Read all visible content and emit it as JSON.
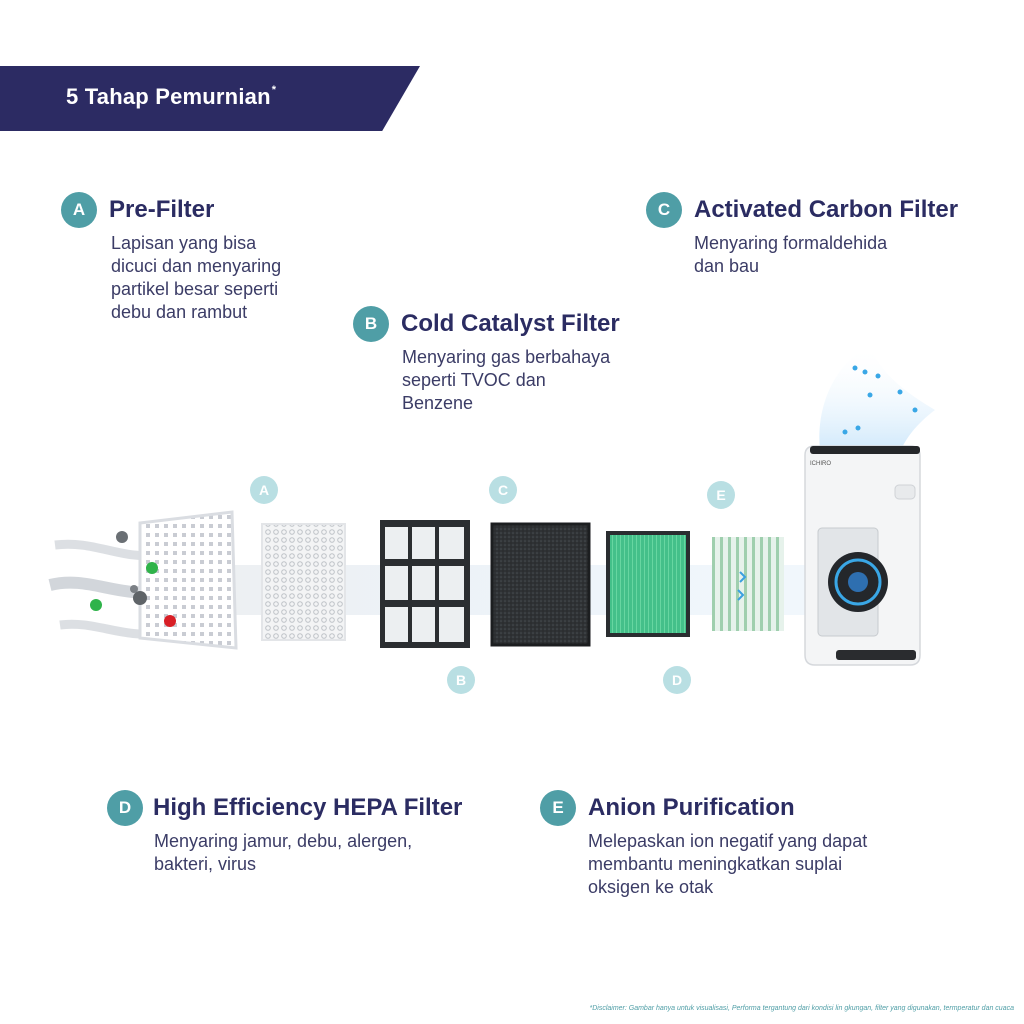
{
  "header": {
    "title": "5 Tahap Pemurnian",
    "title_mark": "*"
  },
  "steps": [
    {
      "letter": "A",
      "title": "Pre-Filter",
      "desc": [
        "Lapisan yang bisa",
        "dicuci dan menyaring",
        "partikel besar seperti",
        "debu dan rambut"
      ]
    },
    {
      "letter": "B",
      "title": "Cold Catalyst Filter",
      "desc": [
        "Menyaring gas berbahaya",
        "seperti TVOC dan",
        "Benzene"
      ]
    },
    {
      "letter": "C",
      "title": "Activated Carbon Filter",
      "desc": [
        "Menyaring formaldehida",
        "dan bau"
      ]
    },
    {
      "letter": "D",
      "title": "High Efficiency HEPA Filter",
      "desc": [
        "Menyaring jamur, debu, alergen,",
        "bakteri, virus"
      ]
    },
    {
      "letter": "E",
      "title": "Anion Purification",
      "desc": [
        "Melepaskan ion negatif yang dapat",
        "membantu meningkatkan suplai",
        "oksigen ke otak"
      ]
    }
  ],
  "diagram_markers": [
    "A",
    "C",
    "E",
    "B",
    "D"
  ],
  "device": {
    "brand": "ICHIRO"
  },
  "colors": {
    "navy": "#2c2b63",
    "teal": "#4f9ea6",
    "marker": "#b9dfe3",
    "hepa_green": "#44c08a"
  },
  "disclaimer": "*Disclaimer: Gambar hanya untuk visualisasi, Performa tergantung dari kondisi lin gkungan, filter yang digunakan, termperatur dan cuaca"
}
